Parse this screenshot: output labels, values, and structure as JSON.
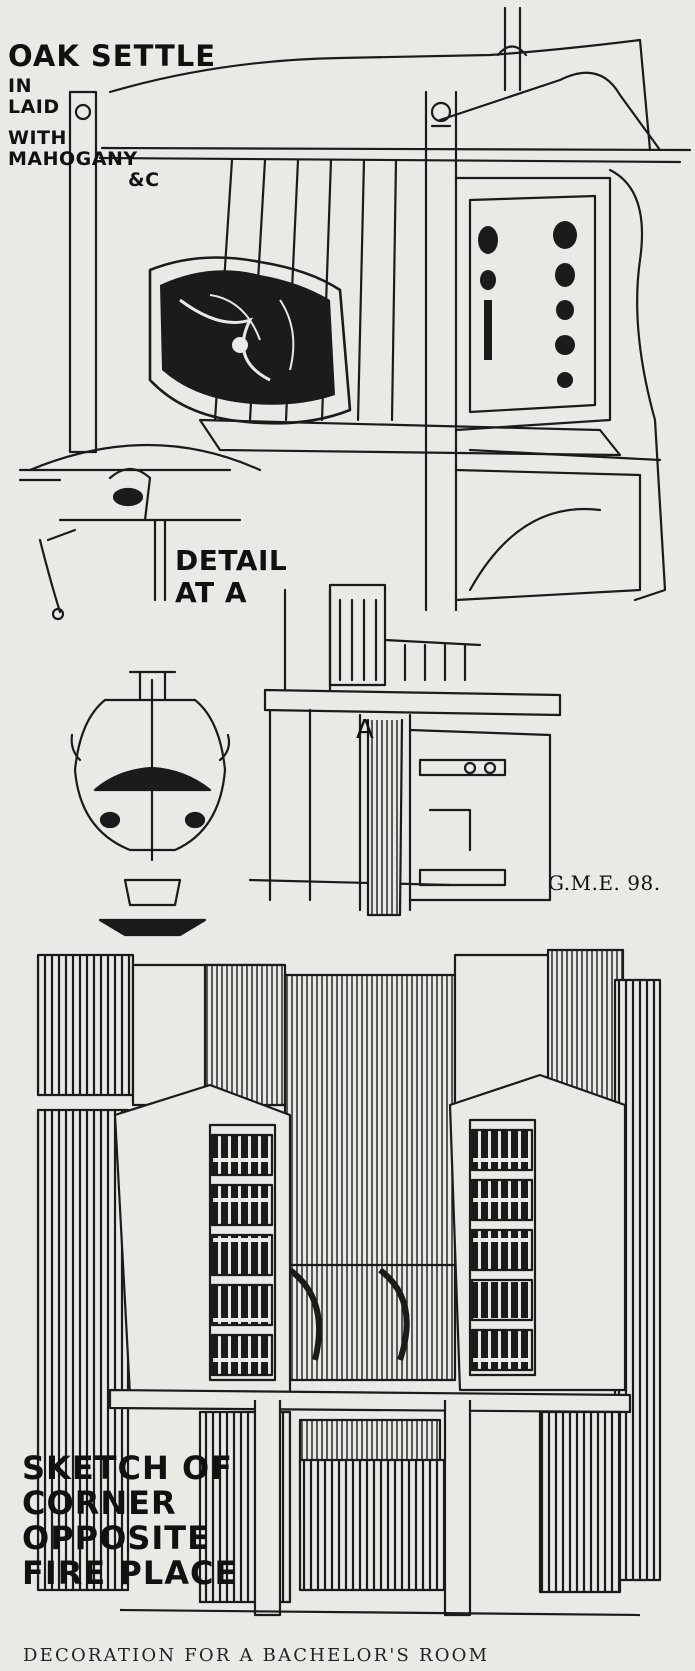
{
  "caption": "DECORATION FOR A BACHELOR'S ROOM",
  "labels": {
    "settle": {
      "line1": "OAK SETTLE",
      "line2": "IN",
      "line3": "LAID",
      "line4": "WITH",
      "line5": "MAHOGANY",
      "line6": "&C"
    },
    "detail": {
      "line1": "DETAIL",
      "line2": "AT A"
    },
    "marker": "A",
    "monogram": "G.M.E. 98.",
    "corner": {
      "line1": "SKETCH OF",
      "line2": "CORNER",
      "line3": "OPPOSITE",
      "line4": "FIRE PLACE"
    }
  },
  "icons": [
    "settle-drawing",
    "hanging-lamp-drawing",
    "cabinet-detail-drawing",
    "corner-bookcases-drawing",
    "curtain-drawing"
  ],
  "colors": {
    "paper": "#e9e9e6",
    "ink": "#1b1b1b"
  }
}
